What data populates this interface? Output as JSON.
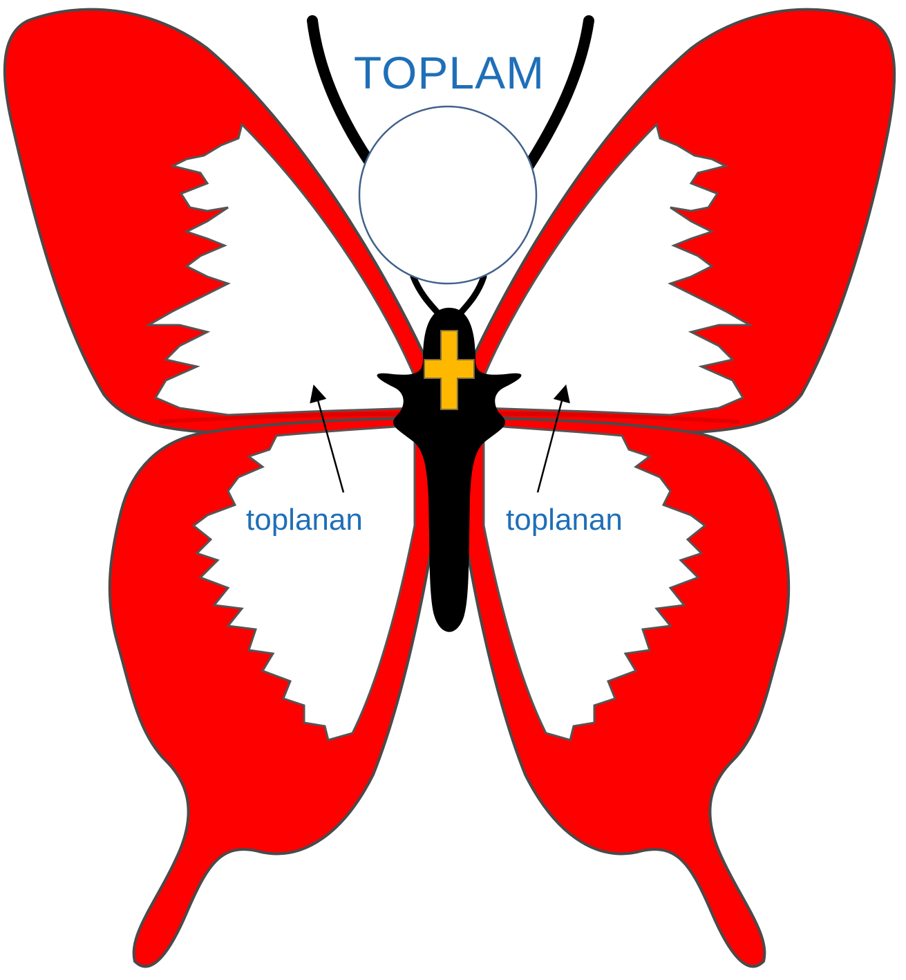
{
  "title": "TOPLAM",
  "addends": {
    "left": "toplanan",
    "right": "toplanan"
  },
  "operator_icon": "plus-icon",
  "colors": {
    "wing_red": "#ff0000",
    "wing_white": "#ffffff",
    "body_black": "#000000",
    "text_blue": "#1f6fb8",
    "plus_orange": "#ffb800",
    "circle_stroke": "#41618a"
  }
}
